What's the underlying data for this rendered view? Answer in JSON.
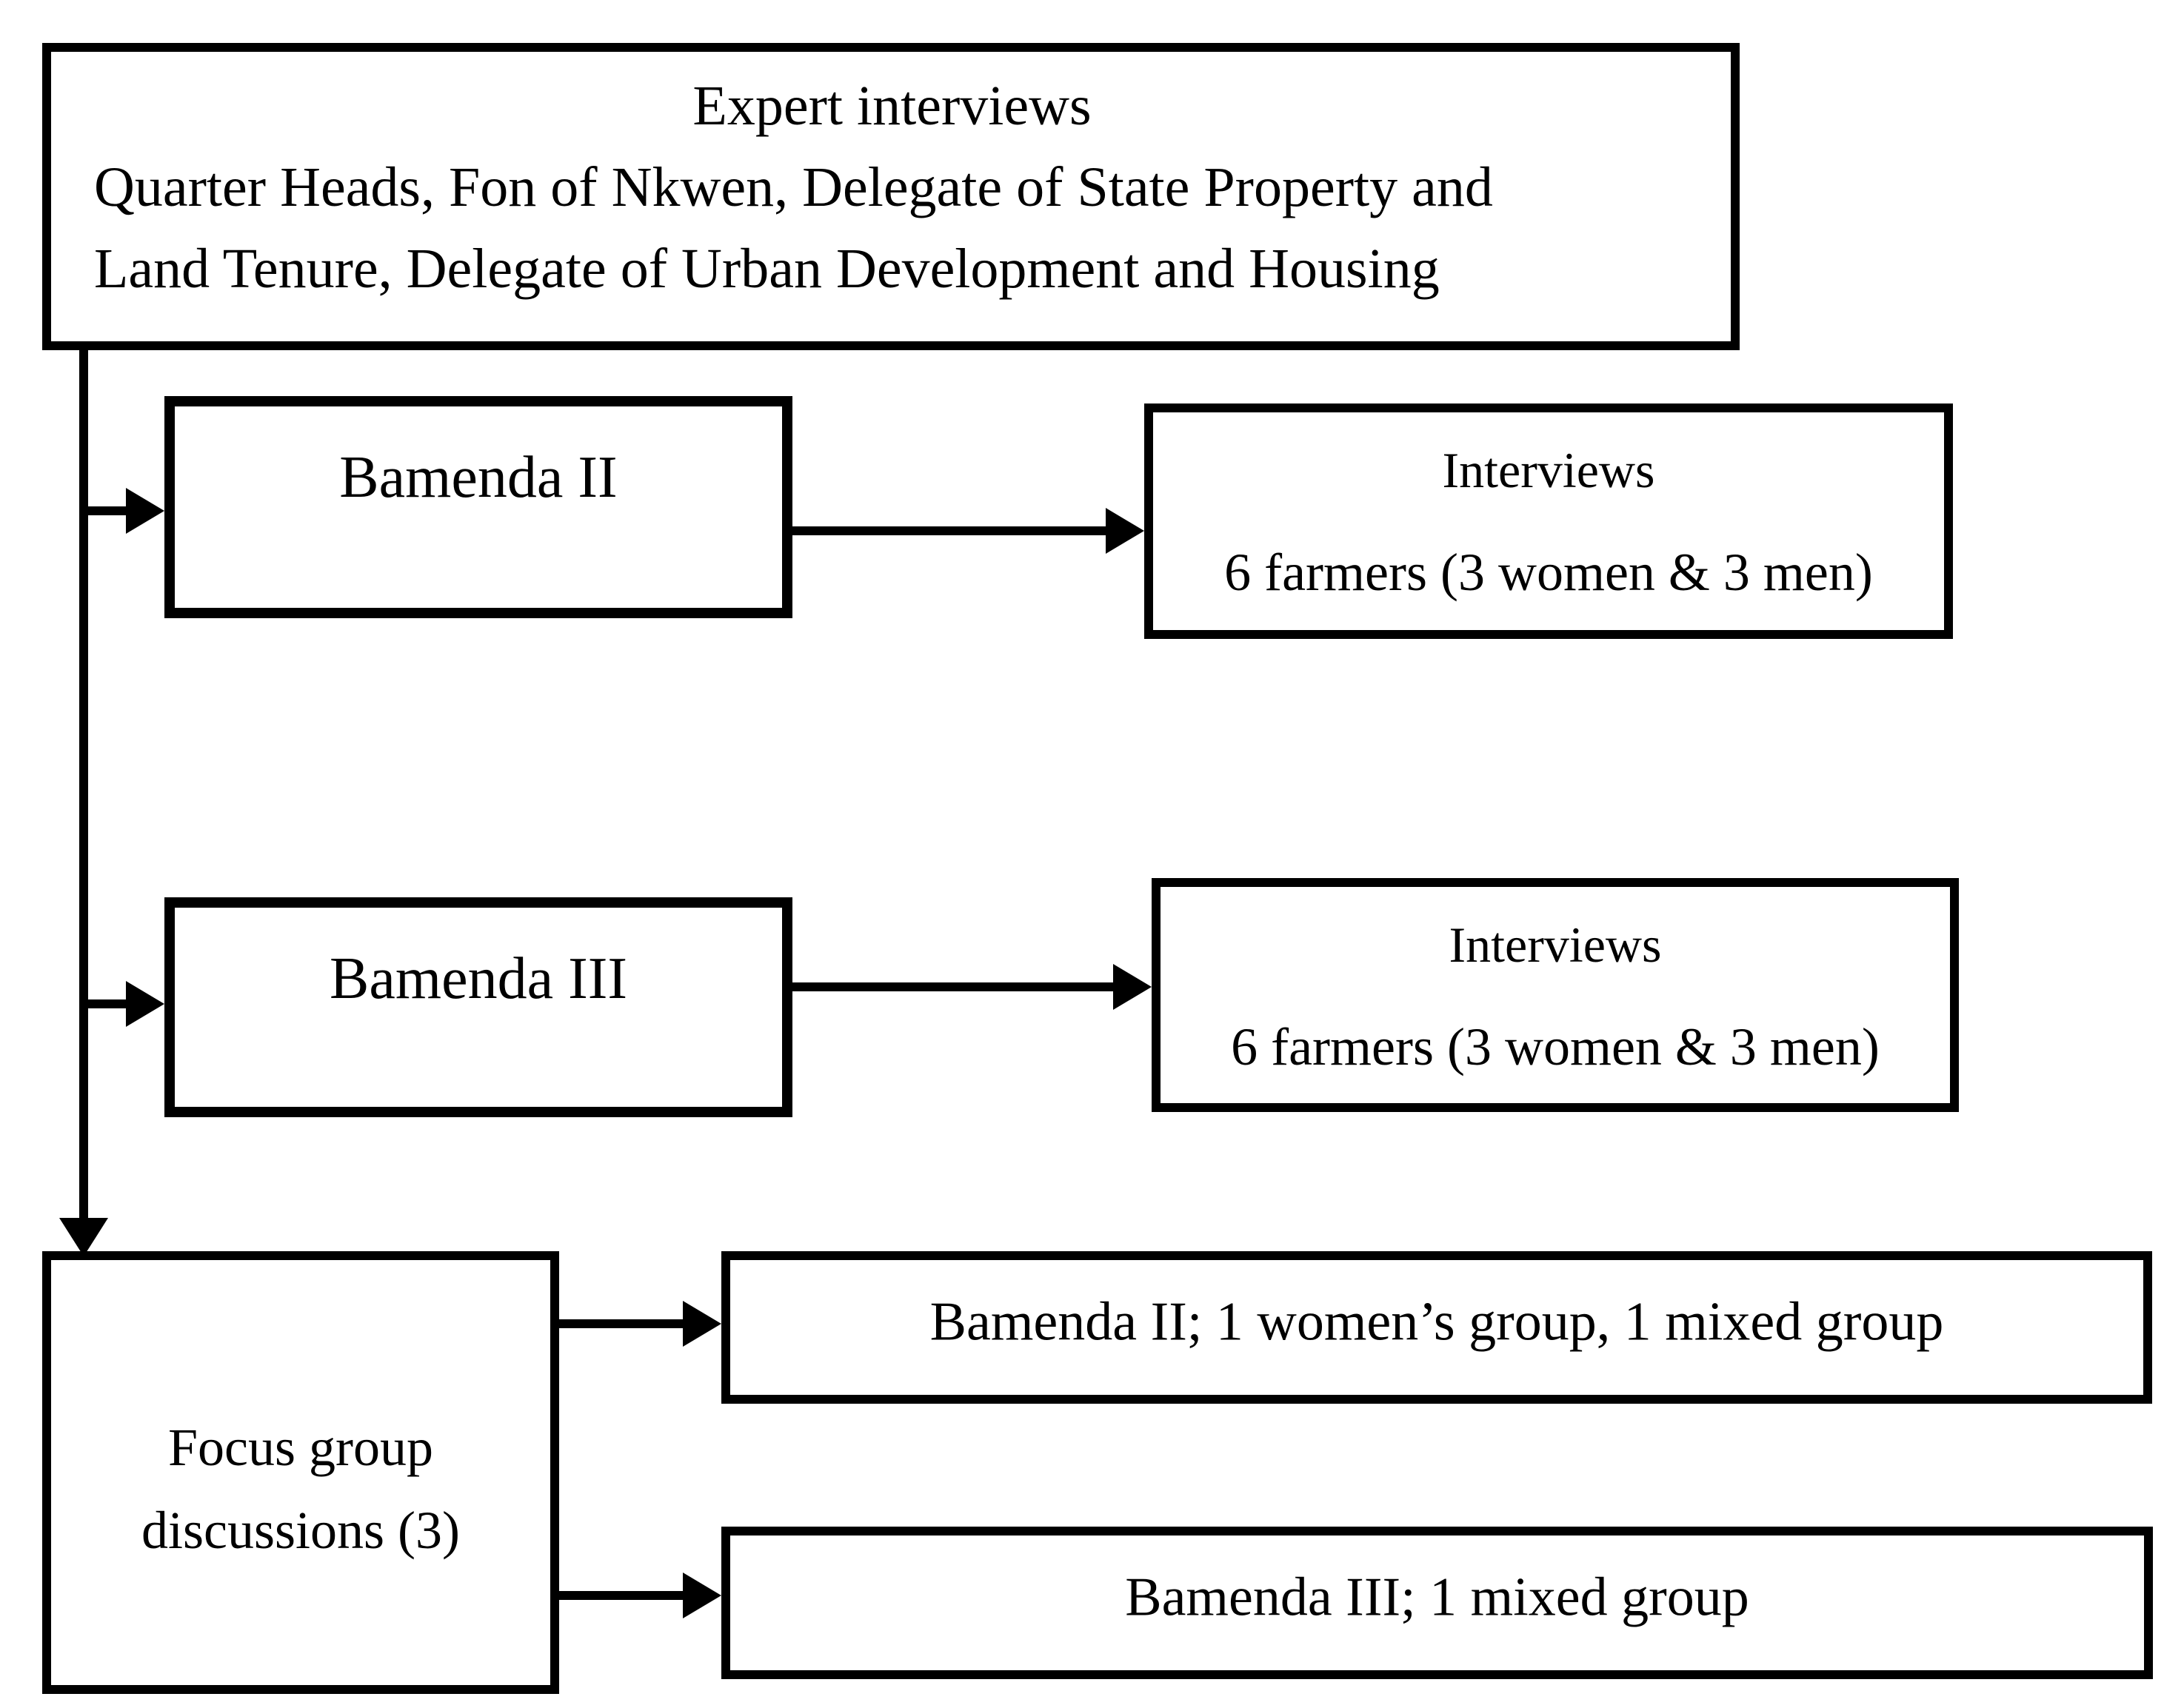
{
  "figure": {
    "colors": {
      "line": "#000000",
      "background": "#ffffff",
      "text": "#000000"
    },
    "expert_interviews": {
      "title": "Expert interviews",
      "body_line1": "Quarter Heads, Fon of Nkwen, Delegate of State Property and",
      "body_line2": "Land Tenure, Delegate of Urban Development and Housing"
    },
    "bamenda_ii": {
      "label": "Bamenda II"
    },
    "bamenda_ii_interviews": {
      "title": "Interviews",
      "detail": "6 farmers (3 women & 3 men)"
    },
    "bamenda_iii": {
      "label": "Bamenda III"
    },
    "bamenda_iii_interviews": {
      "title": "Interviews",
      "detail": "6 farmers (3 women & 3 men)"
    },
    "focus_groups": {
      "line1": "Focus group",
      "line2": "discussions (3)"
    },
    "focus_group_bamenda_ii": {
      "label": "Bamenda II; 1 women’s group, 1 mixed group"
    },
    "focus_group_bamenda_iii": {
      "label": "Bamenda III; 1 mixed group"
    }
  }
}
